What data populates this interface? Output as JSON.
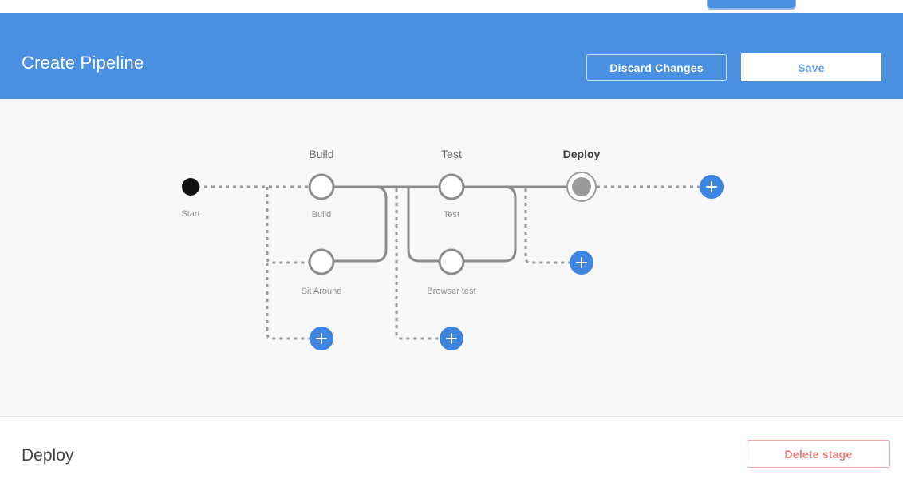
{
  "header": {
    "title": "Create Pipeline",
    "discard_label": "Discard Changes",
    "save_label": "Save",
    "background_color": "#4a8fe0"
  },
  "graph": {
    "start_label": "Start",
    "edge_color": "#8c8c8c",
    "add_button_color": "#3d85e0",
    "stages": [
      {
        "stage_label": "Build",
        "selected": false,
        "nodes": [
          {
            "label": "Build",
            "row": 0,
            "selected": false
          },
          {
            "label": "Sit Around",
            "row": 1,
            "selected": false
          }
        ]
      },
      {
        "stage_label": "Test",
        "selected": false,
        "nodes": [
          {
            "label": "Test",
            "row": 0,
            "selected": false
          },
          {
            "label": "Browser test",
            "row": 1,
            "selected": false
          }
        ]
      },
      {
        "stage_label": "Deploy",
        "selected": true,
        "nodes": [
          {
            "label": "",
            "row": 0,
            "selected": true
          }
        ]
      }
    ],
    "add_buttons": [
      {
        "name": "add-stage-after-deploy"
      },
      {
        "name": "add-job-in-deploy"
      },
      {
        "name": "add-job-in-build"
      },
      {
        "name": "add-job-in-test"
      }
    ]
  },
  "detail": {
    "title": "Deploy",
    "delete_label": "Delete stage",
    "delete_color": "#ec7b7b"
  }
}
